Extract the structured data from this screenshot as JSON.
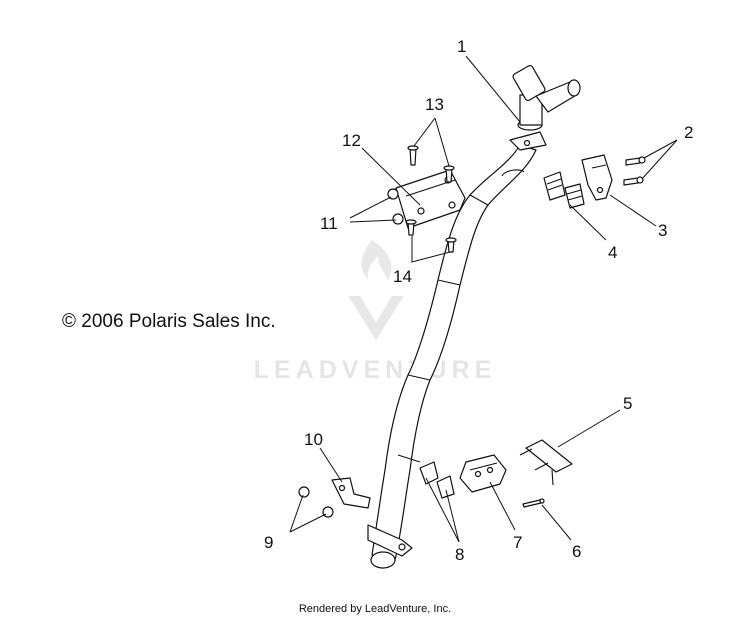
{
  "diagram": {
    "copyright": "© 2006 Polaris Sales Inc.",
    "footer": "Rendered by LeadVenture, Inc.",
    "watermark": "LEADVENTURE",
    "callouts": [
      {
        "id": "1",
        "label": "1"
      },
      {
        "id": "2",
        "label": "2"
      },
      {
        "id": "3",
        "label": "3"
      },
      {
        "id": "4",
        "label": "4"
      },
      {
        "id": "5",
        "label": "5"
      },
      {
        "id": "6",
        "label": "6"
      },
      {
        "id": "7",
        "label": "7"
      },
      {
        "id": "8",
        "label": "8"
      },
      {
        "id": "9",
        "label": "9"
      },
      {
        "id": "10",
        "label": "10"
      },
      {
        "id": "11",
        "label": "11"
      },
      {
        "id": "12",
        "label": "12"
      },
      {
        "id": "13",
        "label": "13"
      },
      {
        "id": "14",
        "label": "14"
      }
    ]
  }
}
